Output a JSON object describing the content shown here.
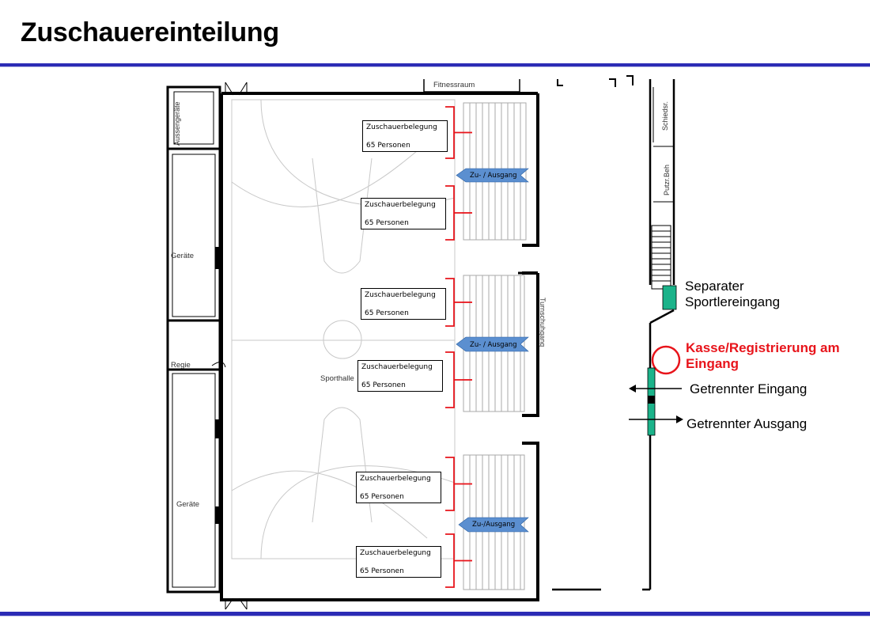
{
  "title": "Zuschauereinteilung",
  "colors": {
    "accent_rule": "#2b2bb5",
    "bracket": "#e8141b",
    "arrow_fill": "#5b8fd0",
    "entrance": "#1bb38a",
    "kasse": "#e8141b"
  },
  "rooms": {
    "fitnessraum": "Fitnessraum",
    "aussengeraete": "Aussengeräte",
    "geraete_top": "Geräte",
    "regie": "Regie",
    "geraete_bottom": "Geräte",
    "sporthalle": "Sporthalle",
    "turnschuhgang": "Turnschuhgang",
    "schiedsr": "Schiedsr.",
    "putzr_beh": "Putzr.Beh"
  },
  "seating_blocks": [
    {
      "title": "Zuschauerbelegung",
      "count": "65 Personen"
    },
    {
      "title": "Zuschauerbelegung",
      "count": "65 Personen"
    },
    {
      "title": "Zuschauerbelegung",
      "count": "65 Personen"
    },
    {
      "title": "Zuschauerbelegung",
      "count": "65 Personen"
    },
    {
      "title": "Zuschauerbelegung",
      "count": "65 Personen"
    },
    {
      "title": "Zuschauerbelegung",
      "count": "65 Personen"
    }
  ],
  "passages": [
    "Zu- / Ausgang",
    "Zu- / Ausgang",
    "Zu-/Ausgang"
  ],
  "legend": {
    "sportlereingang": "Separater\nSportlereingang",
    "kasse": "Kasse/Registrierung am\nEingang",
    "eingang": "Getrennter Eingang",
    "ausgang": "Getrennter Ausgang"
  }
}
